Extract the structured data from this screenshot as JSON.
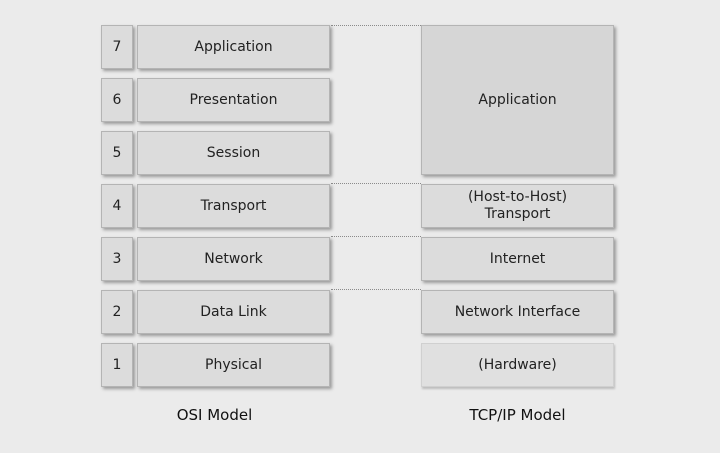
{
  "osi": {
    "title": "OSI Model",
    "layers": [
      {
        "number": "7",
        "name": "Application"
      },
      {
        "number": "6",
        "name": "Presentation"
      },
      {
        "number": "5",
        "name": "Session"
      },
      {
        "number": "4",
        "name": "Transport"
      },
      {
        "number": "3",
        "name": "Network"
      },
      {
        "number": "2",
        "name": "Data Link"
      },
      {
        "number": "1",
        "name": "Physical"
      }
    ]
  },
  "tcpip": {
    "title": "TCP/IP Model",
    "layers": [
      {
        "name": "Application"
      },
      {
        "name": "(Host-to-Host)\nTransport"
      },
      {
        "name": "Internet"
      },
      {
        "name": "Network Interface"
      },
      {
        "name": "(Hardware)"
      }
    ]
  }
}
